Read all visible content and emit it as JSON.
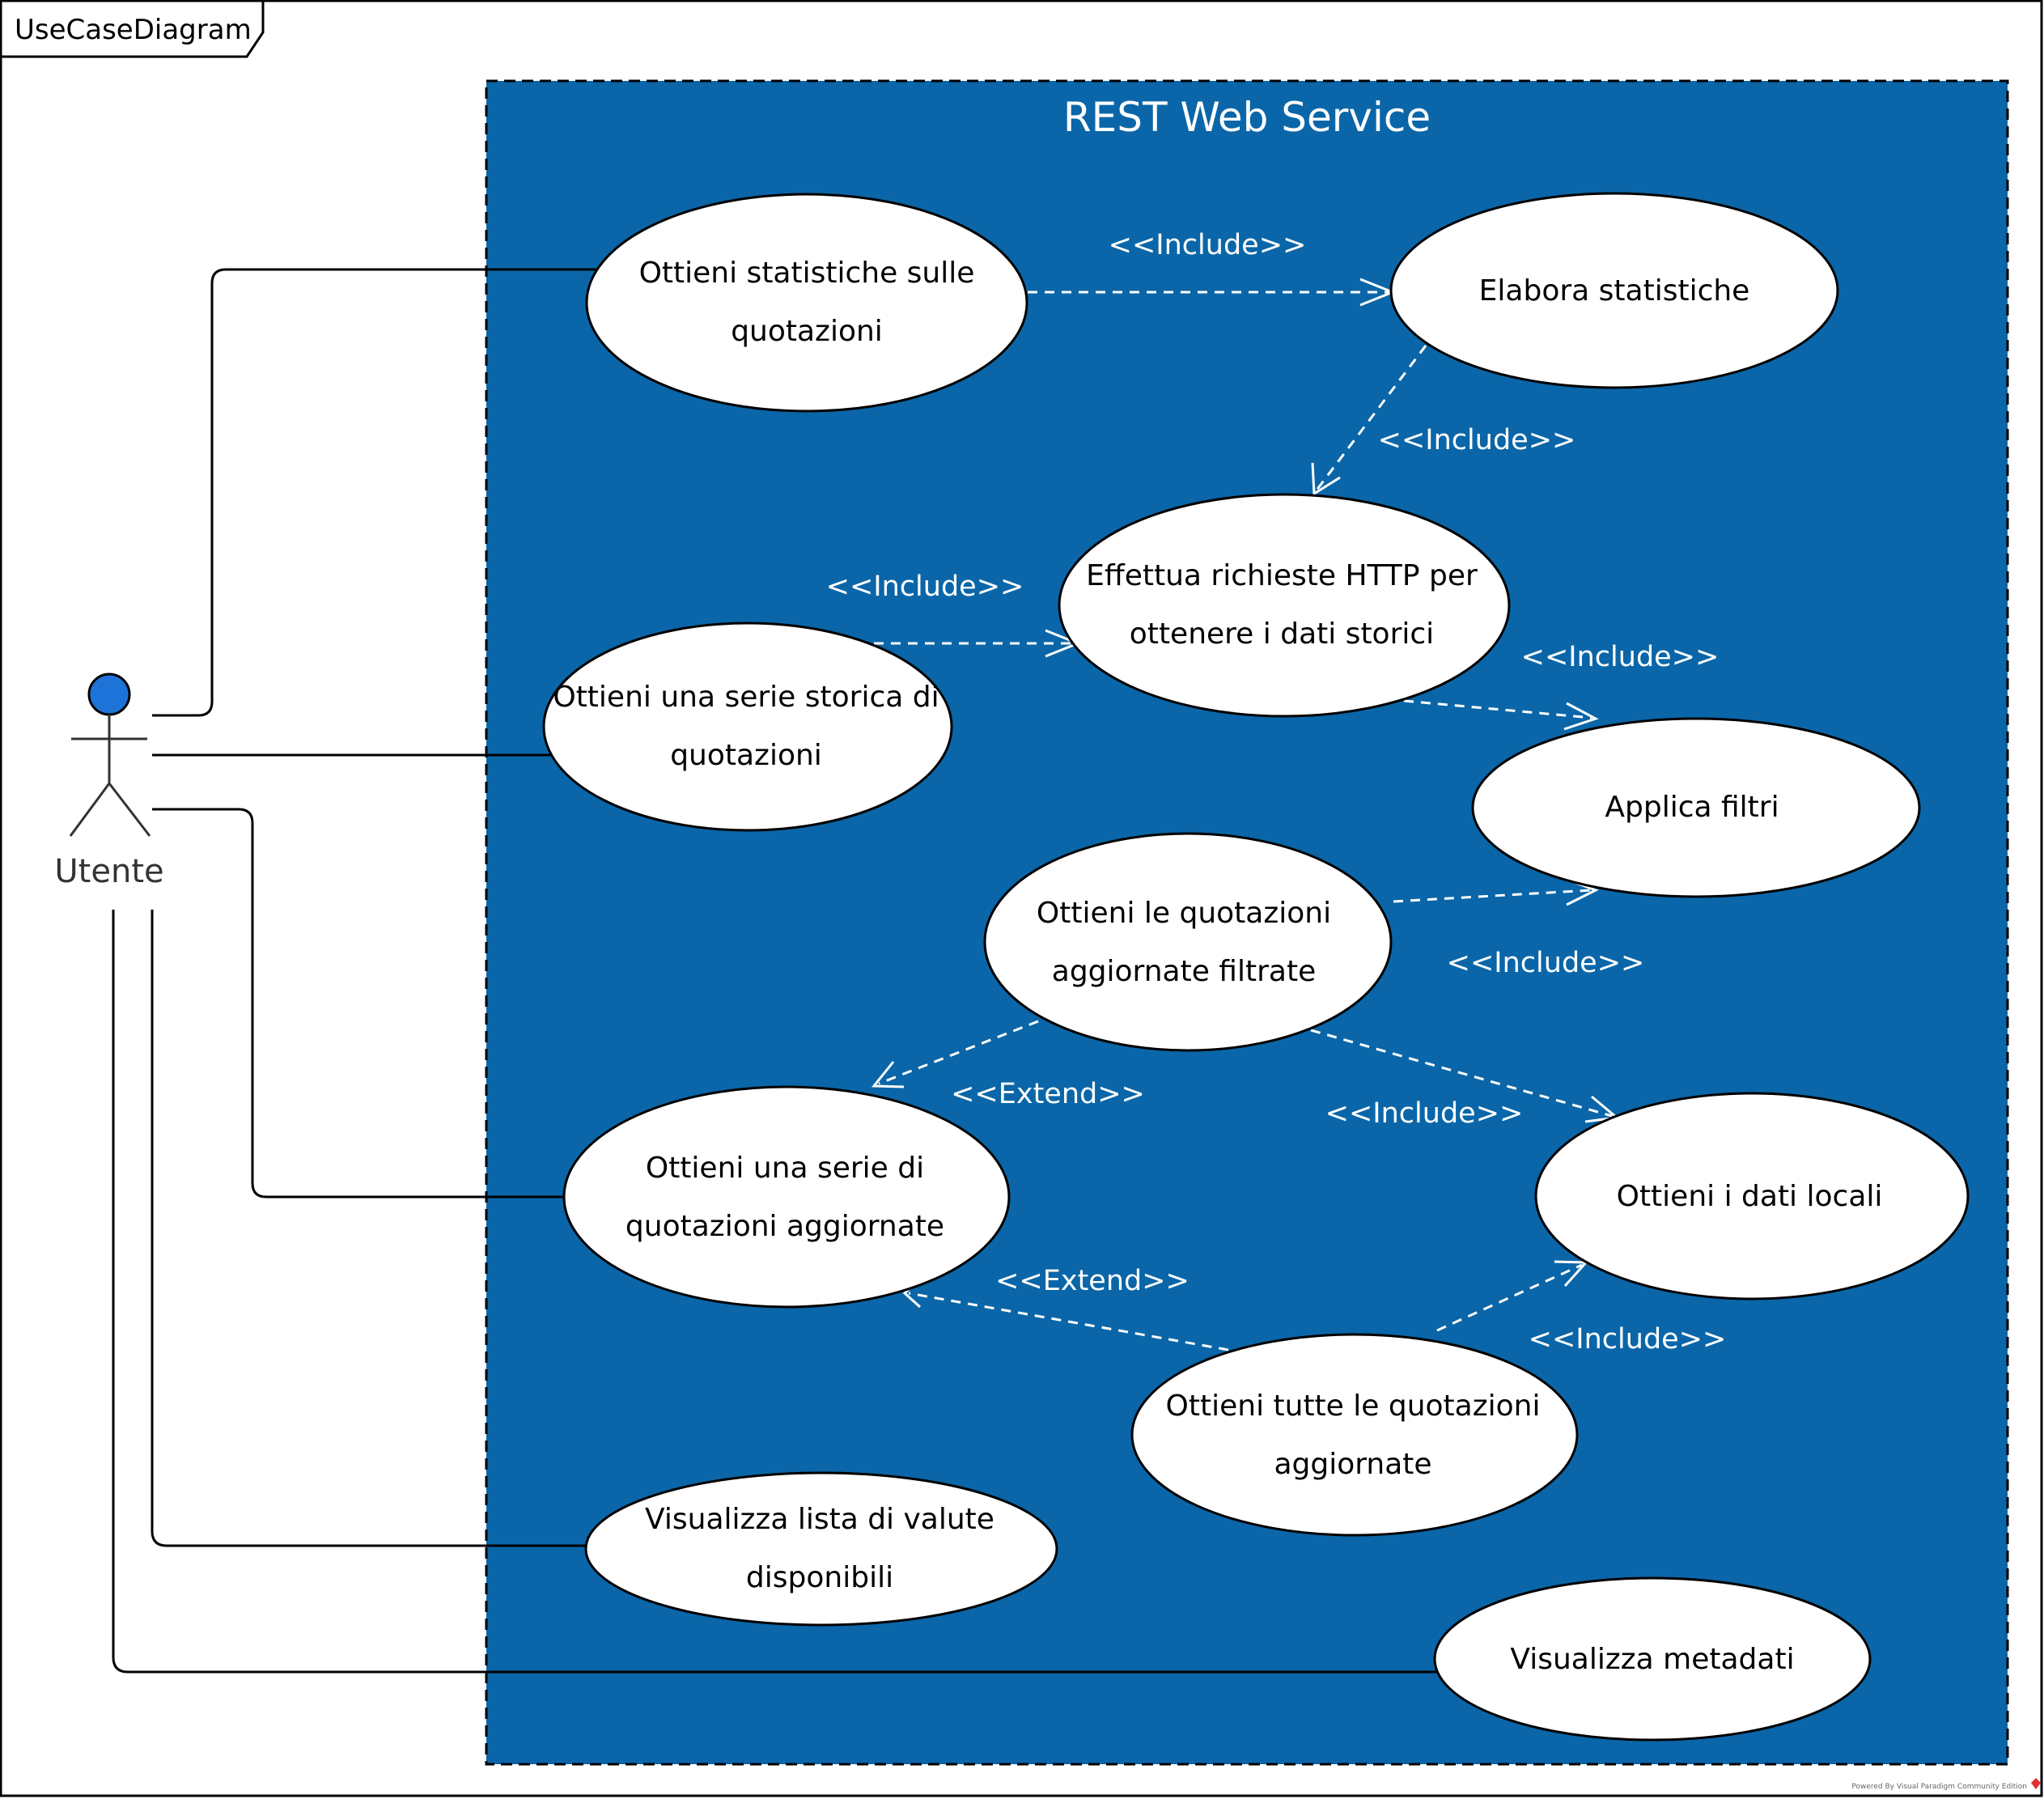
{
  "frame": {
    "label": "UseCaseDiagram"
  },
  "boundary": {
    "title": "REST Web Service"
  },
  "actor": {
    "name": "Utente"
  },
  "use_cases": {
    "stats": [
      "Ottieni statistiche sulle",
      "quotazioni"
    ],
    "elabora": [
      "Elabora statistiche"
    ],
    "http": [
      "Effettua richieste HTTP per",
      "ottenere i dati storici"
    ],
    "serie_storica": [
      "Ottieni una serie storica di",
      "quotazioni"
    ],
    "filtri": [
      "Applica filtri"
    ],
    "filtrate": [
      "Ottieni le quotazioni",
      "aggiornate filtrate"
    ],
    "serie_agg": [
      "Ottieni una serie di",
      "quotazioni aggiornate"
    ],
    "locali": [
      "Ottieni i dati locali"
    ],
    "tutte": [
      "Ottieni tutte le quotazioni",
      "aggiornate"
    ],
    "valute": [
      "Visualizza lista di valute",
      "disponibili"
    ],
    "metadati": [
      "Visualizza metadati"
    ]
  },
  "relations": {
    "include": "<<Include>>",
    "extend": "<<Extend>>"
  },
  "footer": "Powered By Visual Paradigm Community Edition",
  "colors": {
    "boundary_fill": "#0A66A8",
    "actor_head": "#1E73D8",
    "usecase_fill": "#FFFFFF",
    "line": "#000000",
    "dashed": "#FFFFFF"
  }
}
